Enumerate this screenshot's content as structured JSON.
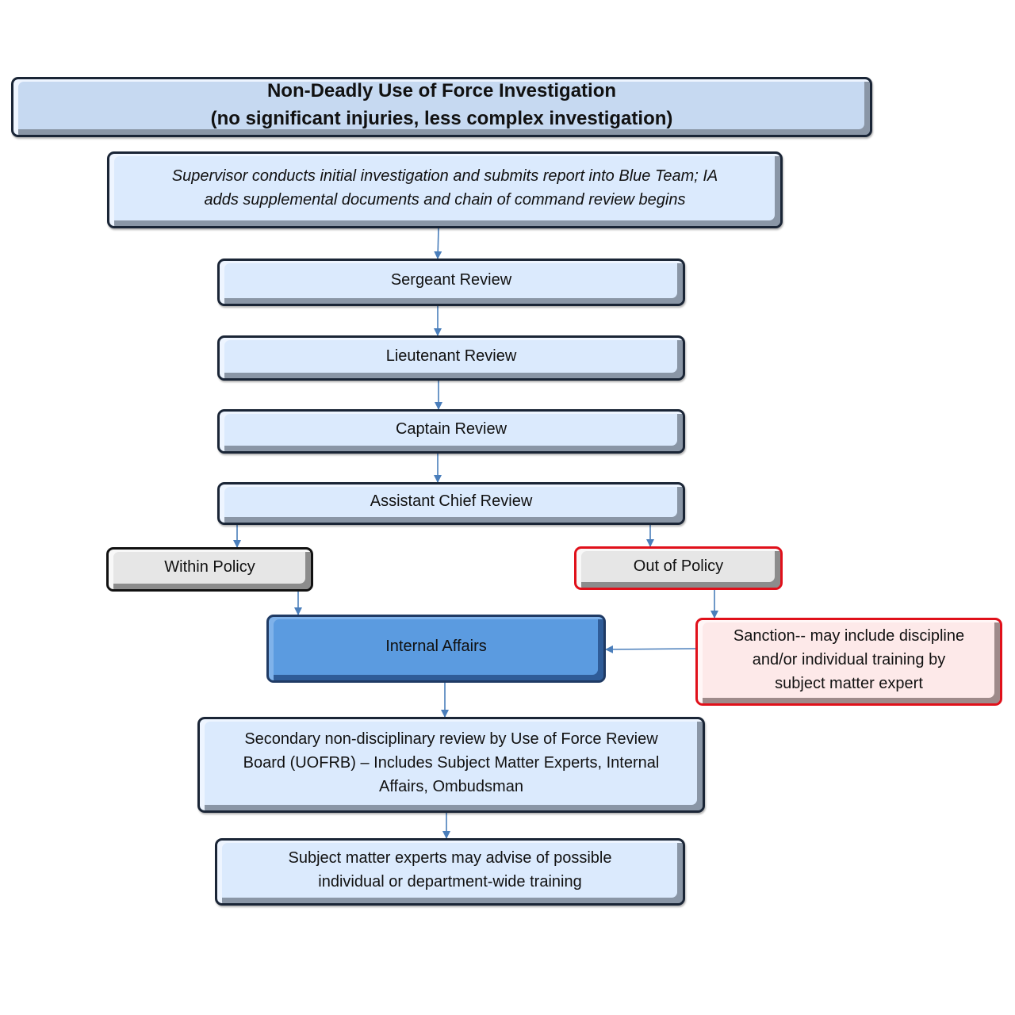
{
  "title": {
    "line1": "Non-Deadly Use of Force Investigation",
    "line2": "(no significant injuries, less complex investigation)"
  },
  "supervisor": {
    "line1": "Supervisor conducts initial investigation and submits report into Blue Team; IA",
    "line2": "adds supplemental documents and chain of command review begins"
  },
  "sergeant": "Sergeant Review",
  "lieutenant": "Lieutenant Review",
  "captain": "Captain Review",
  "assistant_chief": "Assistant Chief Review",
  "within_policy": "Within Policy",
  "out_of_policy": "Out of Policy",
  "internal_affairs": "Internal Affairs",
  "sanction": {
    "line1": "Sanction-- may include discipline",
    "line2": "and/or individual training by",
    "line3": "subject matter expert"
  },
  "secondary": {
    "line1": "Secondary non-disciplinary review by Use of Force Review",
    "line2": "Board (UOFRB) – Includes Subject Matter Experts, Internal",
    "line3": "Affairs, Ombudsman"
  },
  "sme": {
    "line1": "Subject matter experts may advise of possible",
    "line2": "individual or department-wide training"
  },
  "colors": {
    "arrow": "#4a7ebb",
    "box": "#dbeafd",
    "ia": "#5b9be0",
    "red": "#e0101a"
  }
}
